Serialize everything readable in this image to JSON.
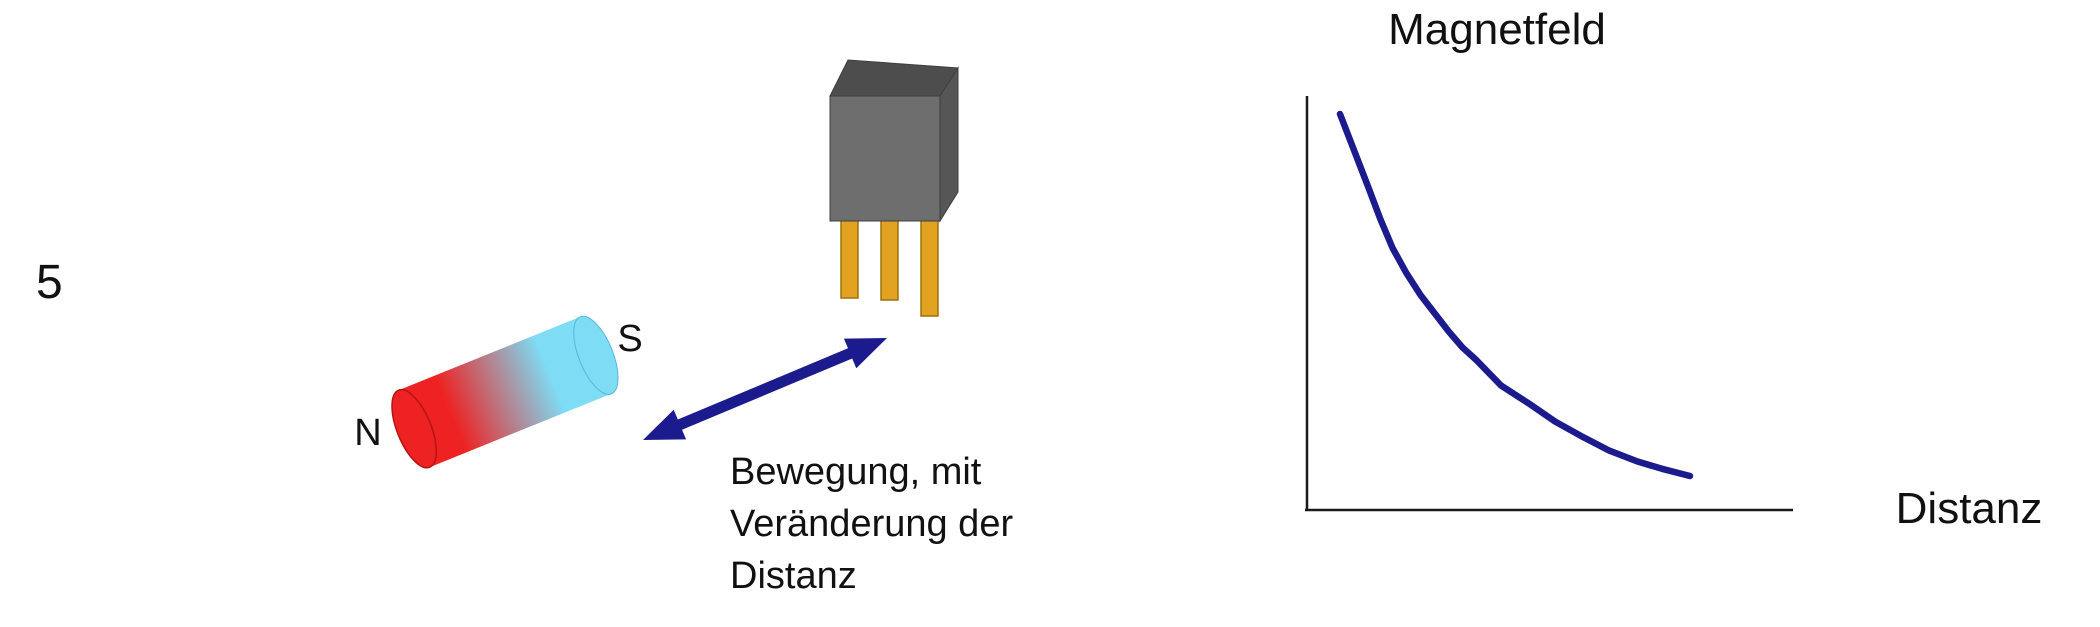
{
  "page": {
    "item_number": "5",
    "background_color": "#ffffff"
  },
  "magnet": {
    "north_label": "N",
    "south_label": "S",
    "north_color": "#ee2222",
    "south_color": "#7edcf5"
  },
  "motion_arrow": {
    "color": "#1b1b8e",
    "caption_lines": [
      "Bewegung, mit",
      "Veränderung der",
      "Distanz"
    ]
  },
  "sensor": {
    "body_color": "#6e6e6e",
    "top_color": "#4d4d4d",
    "side_color": "#565656",
    "pin_color": "#e2a321"
  },
  "chart_data": {
    "type": "line",
    "title": "Magnetfeld",
    "xlabel": "Distanz",
    "ylabel": "Magnetfeld",
    "curve_color": "#1b1b8e",
    "axis_color": "#1a1a1a",
    "grid": false,
    "legend": null,
    "x_range": [
      0,
      1
    ],
    "y_range": [
      0,
      1
    ],
    "x": [
      0,
      0.04,
      0.08,
      0.115,
      0.15,
      0.19,
      0.23,
      0.27,
      0.31,
      0.35,
      0.39,
      0.46,
      0.54,
      0.615,
      0.69,
      0.77,
      0.85,
      0.92,
      1.0
    ],
    "y": [
      1.0,
      0.9,
      0.8,
      0.71,
      0.63,
      0.56,
      0.5,
      0.45,
      0.4,
      0.355,
      0.32,
      0.25,
      0.2,
      0.15,
      0.11,
      0.07,
      0.04,
      0.02,
      0.0
    ]
  }
}
